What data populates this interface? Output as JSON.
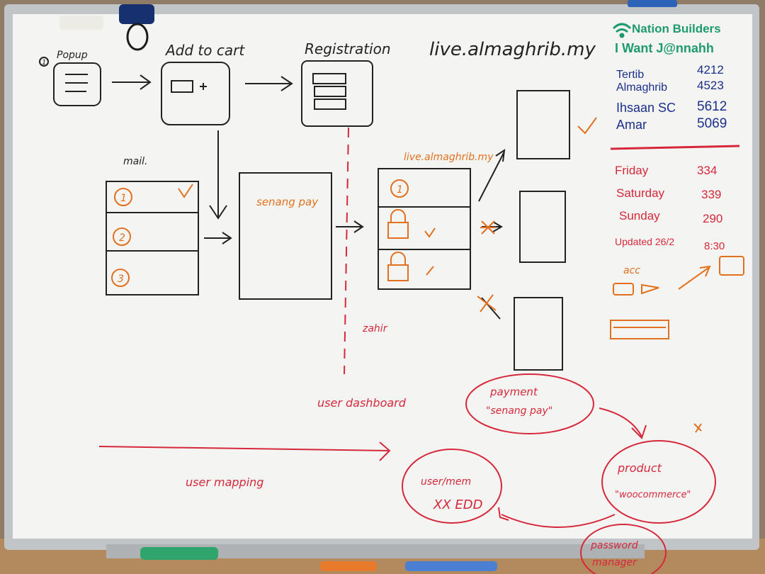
{
  "colors": {
    "board": "#f4f5f3",
    "frame": "#b9bcbf",
    "black_ink": "#222222",
    "orange_ink": "#e2701f",
    "red_ink": "#d6283a",
    "blue_ink": "#1b2e8a",
    "green_ink": "#1f9a6e",
    "wall": "#8a7a66"
  },
  "flow": {
    "step1_label": "Popup",
    "step1_num": "1",
    "step2_label": "Add to cart",
    "step3_label": "Registration",
    "site_title": "live.almaghrib.my",
    "mail_label": "mail.",
    "list_nums": [
      "1",
      "2",
      "3"
    ],
    "payment_box": "senang pay",
    "live_label": "live.almaghrib.my",
    "gateway_list_num": "1",
    "ready_label": "zahir",
    "dashed_label": "user dashboard",
    "journey_label": "user mapping"
  },
  "stats": {
    "brand": "Nation Builders",
    "tagline": "I Want J@nnahh",
    "programs": [
      {
        "name": "Tertib",
        "count": "4212"
      },
      {
        "name": "Almaghrib",
        "count": "4523"
      },
      {
        "name": "Ihsaan SC",
        "count": "5612"
      },
      {
        "name": "Amar",
        "count": "5069"
      }
    ],
    "days": [
      {
        "name": "Friday",
        "count": "334"
      },
      {
        "name": "Saturday",
        "count": "339"
      },
      {
        "name": "Sunday",
        "count": "290"
      }
    ],
    "updated": "Updated 26/2",
    "updated_time": "8:30",
    "acc_label": "acc"
  },
  "bubbles": {
    "payment": "payment",
    "payment_sub": "\"senang pay\"",
    "product": "product",
    "product_sub": "\"woocommerce\"",
    "user_mgmt": "user/mem",
    "user_mgmt_sub": "XX EDD",
    "password": "password",
    "password_sub": "manager"
  }
}
